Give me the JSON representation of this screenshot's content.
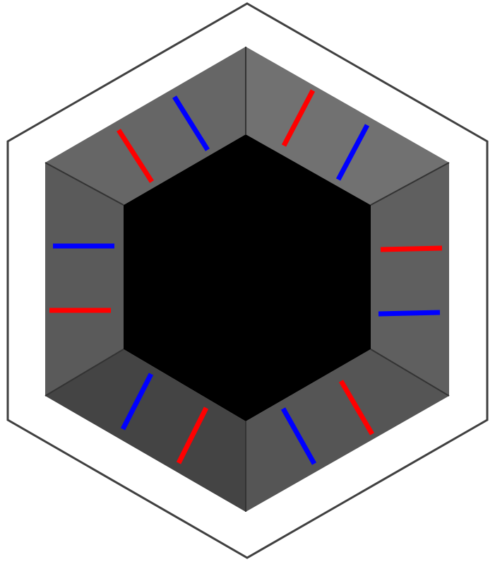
{
  "colors": {
    "background": "#ffffff",
    "outer_outline": "#404040",
    "inner_hole": "#000000",
    "seam": "#333333",
    "segment_top_left": "#666666",
    "segment_top_right": "#717171",
    "segment_right": "#5f5f5f",
    "segment_bottom_right": "#555555",
    "segment_bottom_left": "#444444",
    "segment_left": "#5a5a5a",
    "tick_red": "#ff0000",
    "tick_blue": "#0000ff"
  },
  "segments": [
    {
      "id": "top-left",
      "color_key": "segment_top_left",
      "ticks": [
        "tick_red",
        "tick_blue"
      ]
    },
    {
      "id": "top-right",
      "color_key": "segment_top_right",
      "ticks": [
        "tick_red",
        "tick_blue"
      ]
    },
    {
      "id": "right",
      "color_key": "segment_right",
      "ticks": [
        "tick_red",
        "tick_blue"
      ]
    },
    {
      "id": "bottom-right",
      "color_key": "segment_bottom_right",
      "ticks": [
        "tick_blue",
        "tick_red"
      ]
    },
    {
      "id": "bottom-left",
      "color_key": "segment_bottom_left",
      "ticks": [
        "tick_blue",
        "tick_red"
      ]
    },
    {
      "id": "left",
      "color_key": "segment_left",
      "ticks": [
        "tick_blue",
        "tick_red"
      ]
    }
  ]
}
